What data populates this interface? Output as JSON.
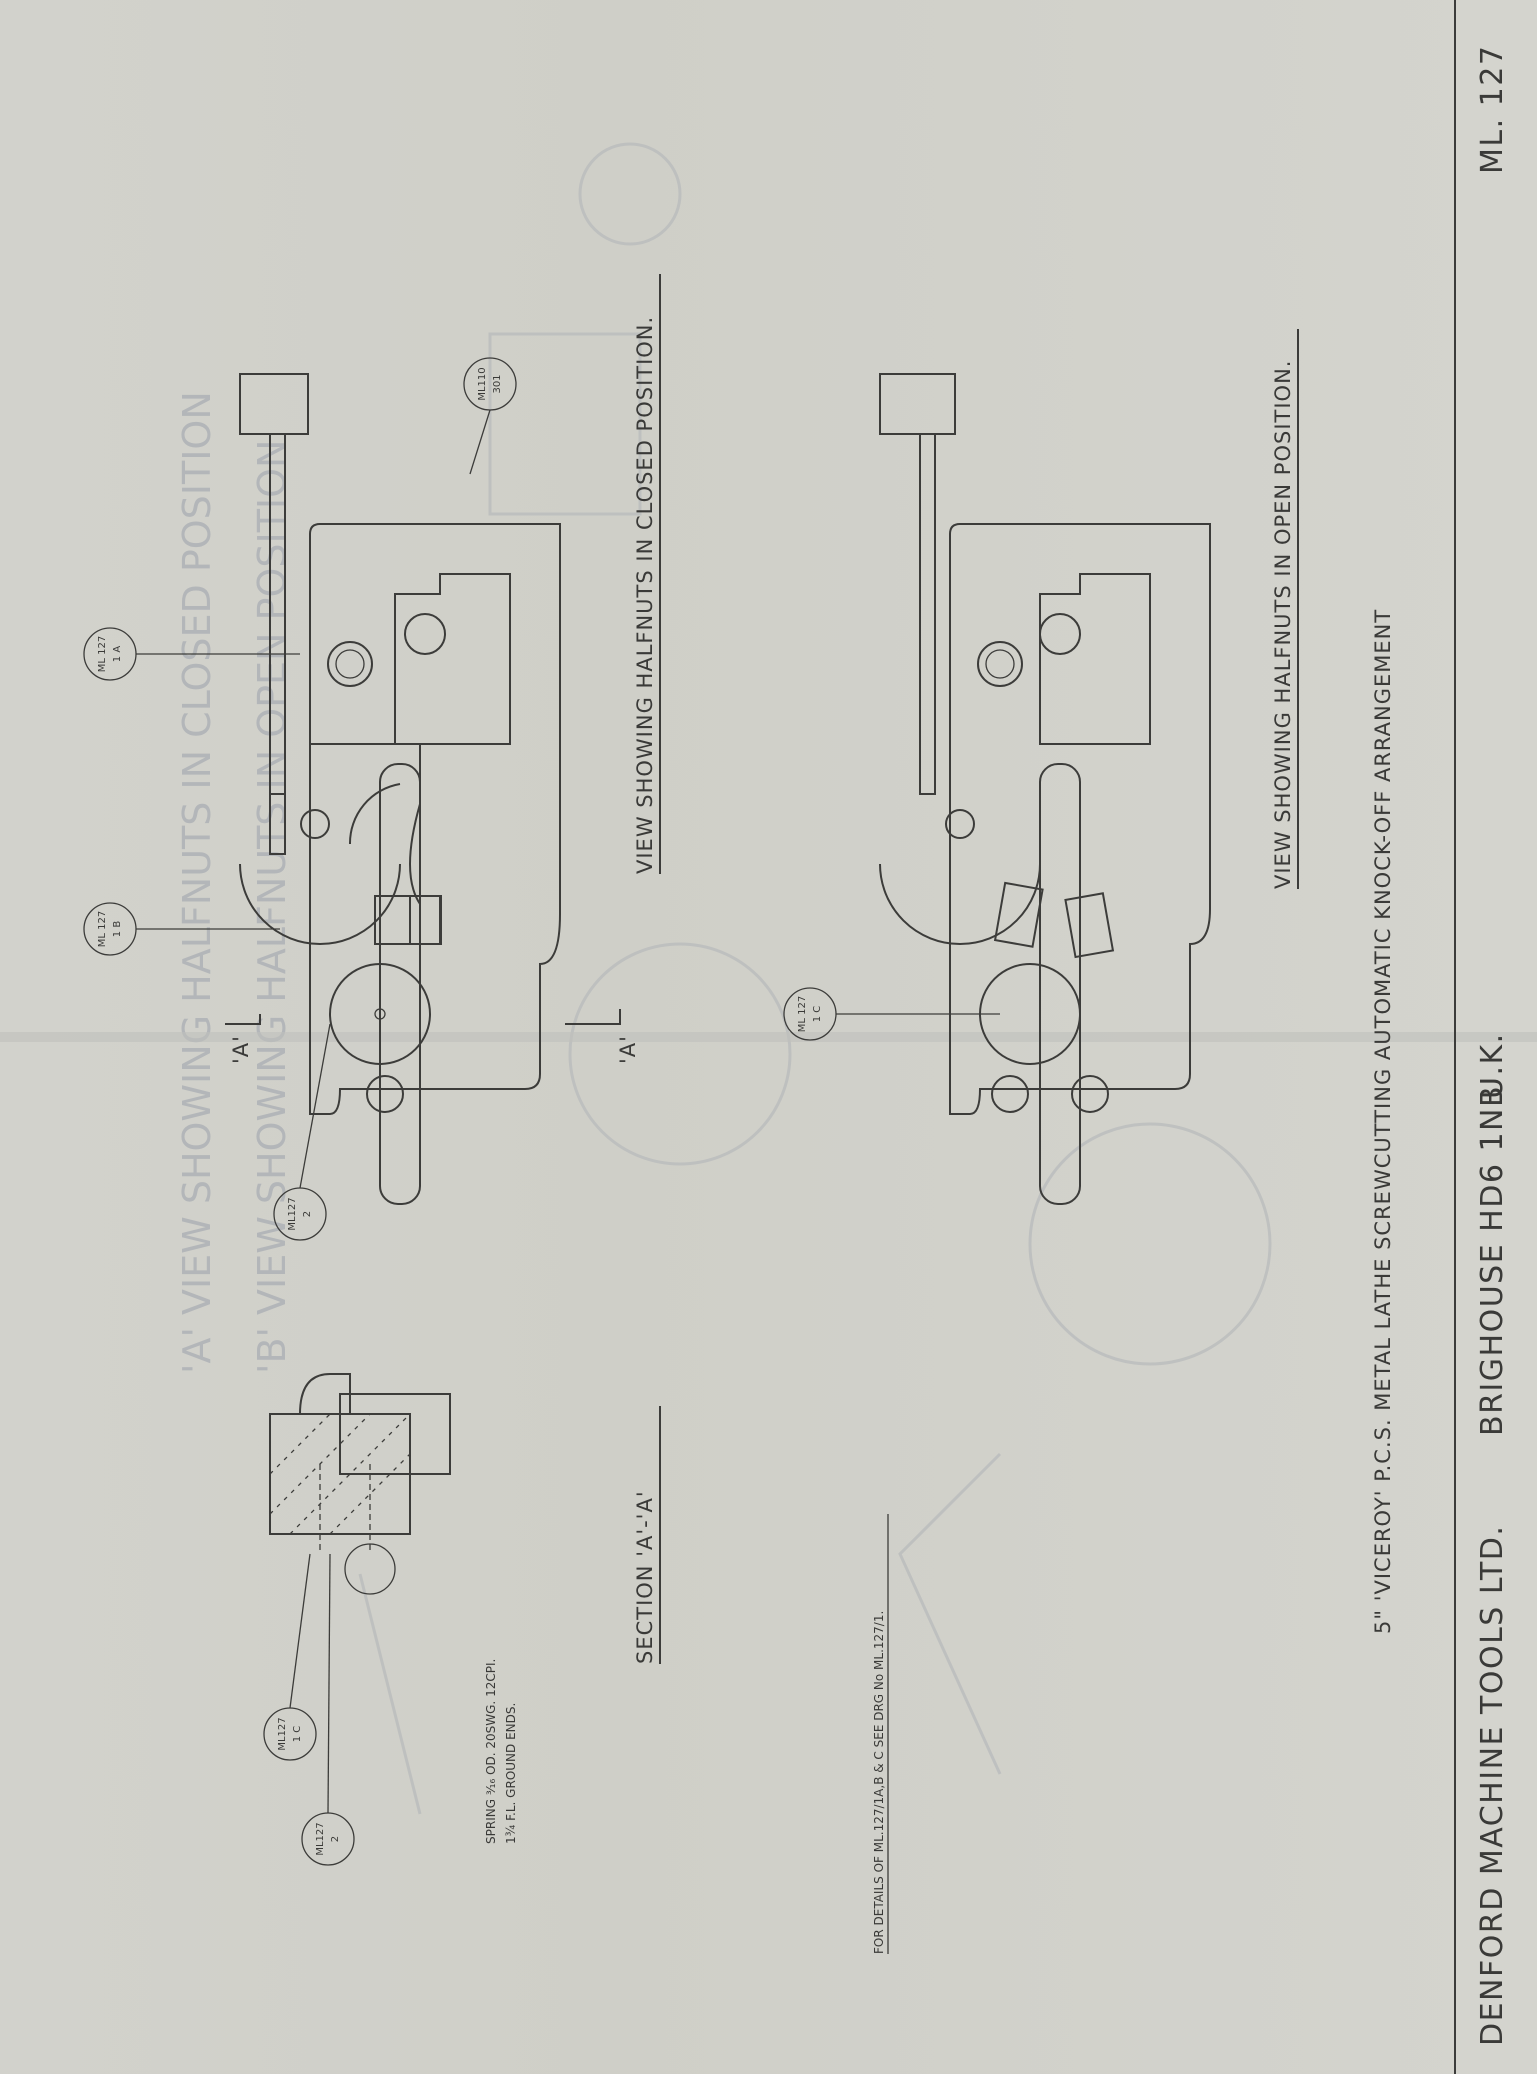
{
  "drawing_number": "ML. 127",
  "company": "DENFORD MACHINE TOOLS LTD.",
  "address": "BRIGHOUSE HD6 1NB",
  "country": "U.K.",
  "description": "5\" 'VICEROY' P.C.S. METAL LATHE     SCREWCUTTING AUTOMATIC KNOCK-OFF ARRANGEMENT",
  "views": {
    "closed_title": "VIEW  SHOWING  HALFNUTS  IN  CLOSED  POSITION.",
    "open_title": "VIEW  SHOWING  HALFNUTS  IN  OPEN  POSITION.",
    "section_title": "SECTION  'A'-'A'",
    "section_marker": "'A'"
  },
  "notes": {
    "spring": "SPRING ³⁄₁₆ OD. 20SWG. 12CPI.",
    "spring_2": "1¾ F.L. GROUND ENDS.",
    "details": "FOR  DETAILS  OF  ML.127/1A,B & C   SEE   DRG  No  ML.127/1."
  },
  "callouts": {
    "c1a": [
      "ML 127",
      "1 A"
    ],
    "c1b": [
      "ML 127",
      "1 B"
    ],
    "c2": [
      "ML127",
      "2"
    ],
    "c110": [
      "ML110",
      "301"
    ],
    "c1c_open": [
      "ML 127",
      "1 C"
    ],
    "c1c_sec": [
      "ML127",
      "1 C"
    ],
    "c2_sec": [
      "ML127",
      "2"
    ]
  },
  "ghost_text": {
    "g1": "'A' VIEW SHOWING HALFNUTS IN CLOSED POSITION",
    "g2": "'B' VIEW SHOWING HALFNUTS IN OPEN POSITION"
  },
  "colors": {
    "paper": "#cfcfc9",
    "ink": "#3c3c3a",
    "showthrough": "#b6b9bb"
  }
}
